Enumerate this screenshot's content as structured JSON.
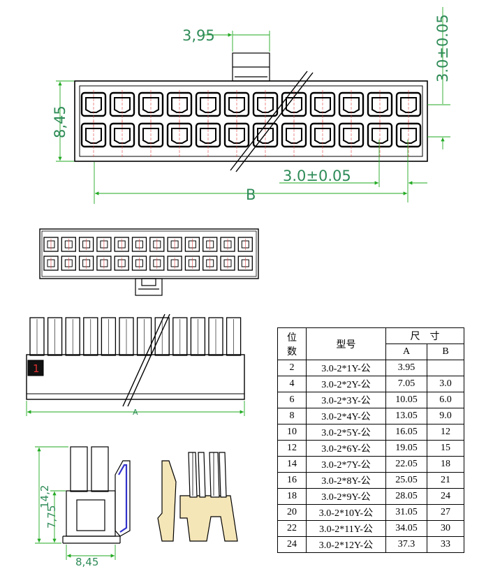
{
  "colors": {
    "outline": "#000000",
    "dimension": "#2e8b57",
    "dimension_line": "#22aa22",
    "center_line": "#e04040",
    "highlight": "#3333cc",
    "metal": "#f5e6b8"
  },
  "dimensions": {
    "pitch_top": "3,95",
    "pitch_vertical": "3.0±0.05",
    "height_body": "8,45",
    "pitch_horizontal": "3.0±0.05",
    "width_b": "B",
    "width_a": "A",
    "height_total": "14,2",
    "height_lower": "7,75",
    "width_side": "8,45"
  },
  "pin_marker": "1",
  "table": {
    "headers": {
      "positions_line1": "位",
      "positions_line2": "数",
      "model": "型号",
      "size": "尺　寸",
      "col_a": "A",
      "col_b": "B"
    },
    "rows": [
      {
        "pos": "2",
        "model": "3.0-2*1Y-公",
        "a": "3.95",
        "b": ""
      },
      {
        "pos": "4",
        "model": "3.0-2*2Y-公",
        "a": "7.05",
        "b": "3.0"
      },
      {
        "pos": "6",
        "model": "3.0-2*3Y-公",
        "a": "10.05",
        "b": "6.0"
      },
      {
        "pos": "8",
        "model": "3.0-2*4Y-公",
        "a": "13.05",
        "b": "9.0"
      },
      {
        "pos": "10",
        "model": "3.0-2*5Y-公",
        "a": "16.05",
        "b": "12"
      },
      {
        "pos": "12",
        "model": "3.0-2*6Y-公",
        "a": "19.05",
        "b": "15"
      },
      {
        "pos": "14",
        "model": "3.0-2*7Y-公",
        "a": "22.05",
        "b": "18"
      },
      {
        "pos": "16",
        "model": "3.0-2*8Y-公",
        "a": "25.05",
        "b": "21"
      },
      {
        "pos": "18",
        "model": "3.0-2*9Y-公",
        "a": "28.05",
        "b": "24"
      },
      {
        "pos": "20",
        "model": "3.0-2*10Y-公",
        "a": "31.05",
        "b": "27"
      },
      {
        "pos": "22",
        "model": "3.0-2*11Y-公",
        "a": "34.05",
        "b": "30"
      },
      {
        "pos": "24",
        "model": "3.0-2*12Y-公",
        "a": "37.3",
        "b": "33"
      }
    ]
  }
}
